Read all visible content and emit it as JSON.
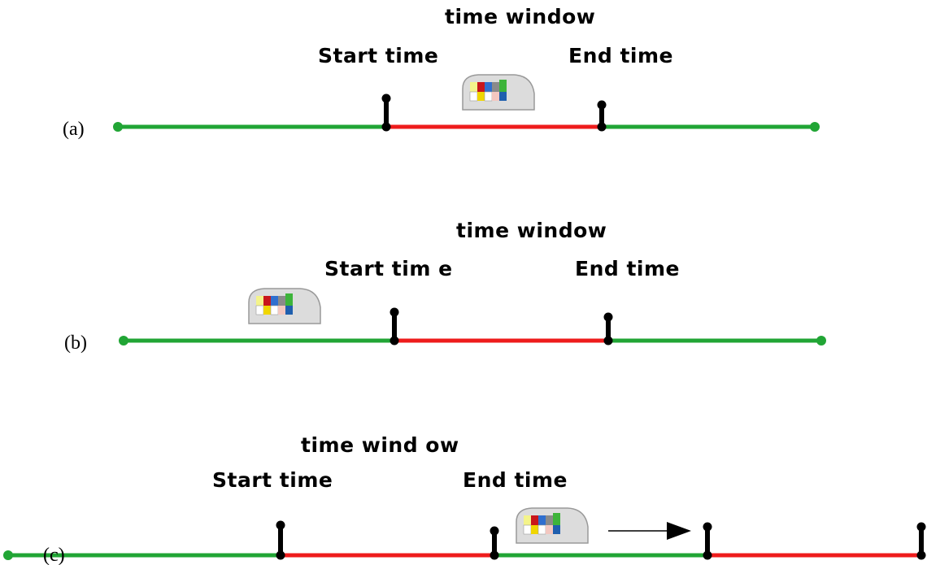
{
  "colors": {
    "outside_window": "#21a535",
    "inside_window": "#ee1c1c",
    "marker": "#000000",
    "arrow": "#000000"
  },
  "icons": {
    "vehicle": "vehicle-icon"
  },
  "panels": [
    {
      "id": "a",
      "label": "(a)",
      "window_title": "time window",
      "start_label": "Start time",
      "end_label": "End time",
      "vehicle_state": "inside window"
    },
    {
      "id": "b",
      "label": "(b)",
      "window_title": "time window",
      "start_label": "Start tim e",
      "end_label": "End time",
      "vehicle_state": "before window"
    },
    {
      "id": "c",
      "label": "(c)",
      "window_title": "time wind ow",
      "start_label": "Start time",
      "end_label": "End time",
      "vehicle_state": "after window; window shifts forward"
    }
  ]
}
